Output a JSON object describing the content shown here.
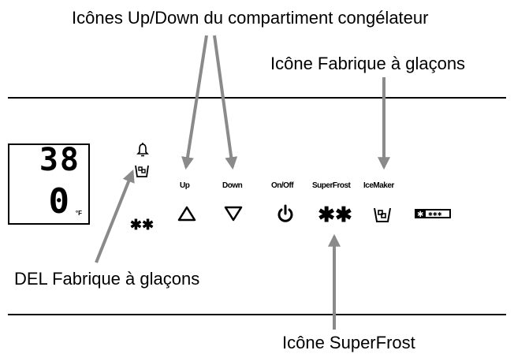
{
  "callouts": {
    "freezer_updown": "Icônes Up/Down du compartiment congélateur",
    "icemaker_icon": "Icône Fabrique à glaçons",
    "icemaker_led": "DEL Fabrique à glaçons",
    "superfrost_icon": "Icône SuperFrost"
  },
  "display": {
    "top_value": "38",
    "bottom_value": "0",
    "unit": "°F"
  },
  "buttons": {
    "up": "Up",
    "down": "Down",
    "onoff": "On/Off",
    "superfrost": "SuperFrost",
    "icemaker": "IceMaker"
  },
  "icons": {
    "alarm": "bell-icon",
    "icemaker_indicator": "ice-bucket-icon",
    "freezer_indicator": "snowflakes-icon",
    "up": "up-triangle-icon",
    "down": "down-triangle-icon",
    "power": "power-icon",
    "superfrost": "double-snowflake-icon",
    "icemaker": "ice-bucket-icon",
    "lock": "lock-bar-icon"
  },
  "colors": {
    "arrow": "#8a8a8a",
    "line": "#000000"
  }
}
